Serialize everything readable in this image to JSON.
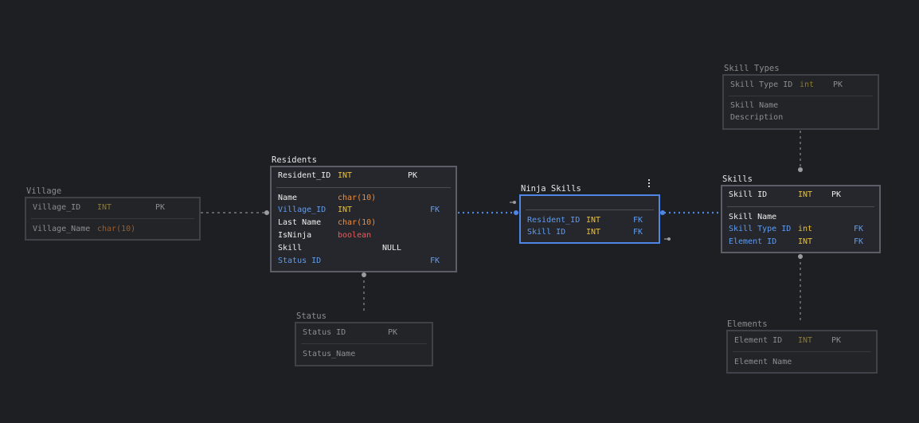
{
  "tables": {
    "village": {
      "title": "Village",
      "rows": [
        {
          "name": "Village_ID",
          "type": "INT",
          "key": "PK"
        },
        {
          "name": "Village_Name",
          "type": "char(10)",
          "key": ""
        }
      ]
    },
    "residents": {
      "title": "Residents",
      "rows": [
        {
          "name": "Resident_ID",
          "type": "INT",
          "key": "PK"
        },
        {
          "name": "Name",
          "type": "char(10)",
          "key": ""
        },
        {
          "name": "Village_ID",
          "type": "INT",
          "key": "FK"
        },
        {
          "name": "Last Name",
          "type": "char(10)",
          "key": ""
        },
        {
          "name": "IsNinja",
          "type": "boolean",
          "key": ""
        },
        {
          "name": "Skill",
          "type": "NULL",
          "key": ""
        },
        {
          "name": "Status ID",
          "type": "",
          "key": "FK"
        }
      ]
    },
    "status": {
      "title": "Status",
      "rows": [
        {
          "name": "Status ID",
          "type": "",
          "key": "PK"
        },
        {
          "name": "Status_Name",
          "type": "",
          "key": ""
        }
      ]
    },
    "ninja_skills": {
      "title": "Ninja Skills",
      "rows": [
        {
          "name": "Resident_ID",
          "type": "INT",
          "key": "FK"
        },
        {
          "name": "Skill ID",
          "type": "INT",
          "key": "FK"
        }
      ]
    },
    "skill_types": {
      "title": "Skill Types",
      "rows": [
        {
          "name": "Skill Type ID",
          "type": "int",
          "key": "PK"
        },
        {
          "name": "Skill Name",
          "type": "",
          "key": ""
        },
        {
          "name": "Description",
          "type": "",
          "key": ""
        }
      ]
    },
    "skills": {
      "title": "Skills",
      "rows": [
        {
          "name": "Skill ID",
          "type": "INT",
          "key": "PK"
        },
        {
          "name": "Skill Name",
          "type": "",
          "key": ""
        },
        {
          "name": "Skill Type ID",
          "type": "int",
          "key": "FK"
        },
        {
          "name": "Element ID",
          "type": "INT",
          "key": "FK"
        }
      ]
    },
    "elements": {
      "title": "Elements",
      "rows": [
        {
          "name": "Element ID",
          "type": "INT",
          "key": "PK"
        },
        {
          "name": "Element Name",
          "type": "",
          "key": ""
        }
      ]
    }
  },
  "menu_icon": "vertical-ellipsis-icon",
  "colors": {
    "background": "#1e1f22",
    "selected_border": "#4f86e6",
    "int_type": "#e8c03e",
    "char_type": "#ef8c3e",
    "bool_type": "#ef5a5a",
    "foreign_key": "#5e9cf2"
  }
}
